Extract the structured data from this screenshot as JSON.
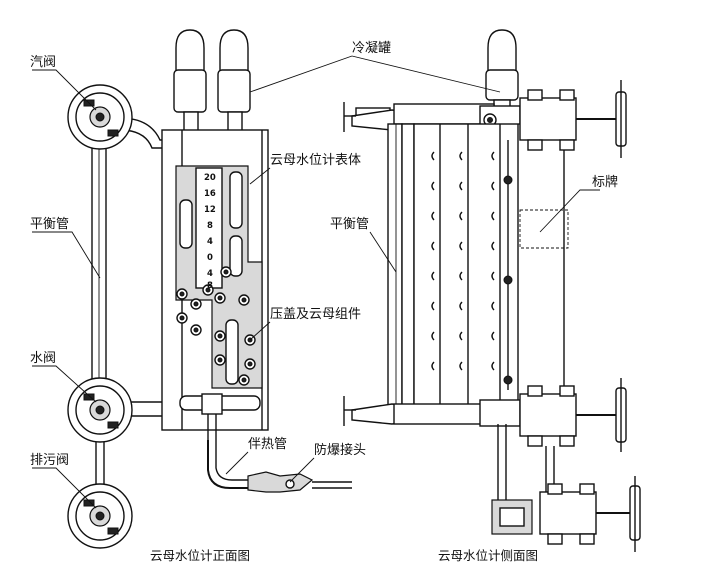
{
  "labels": {
    "steam_valve": "汽阀",
    "balance_tube": "平衡管",
    "water_valve": "水阀",
    "drain_valve": "排污阀",
    "condensate_tank": "冷凝罐",
    "body": "云母水位计表体",
    "cover_assembly": "压盖及云母组件",
    "heat_tube": "伴热管",
    "explosion_joint": "防爆接头",
    "balance_tube_side": "平衡管",
    "sign_plate": "标牌"
  },
  "captions": {
    "front_view": "云母水位计正面图",
    "side_view": "云母水位计侧面图"
  },
  "scale_marks": [
    "20",
    "16",
    "12",
    "8",
    "4",
    "0",
    "4",
    "8"
  ]
}
